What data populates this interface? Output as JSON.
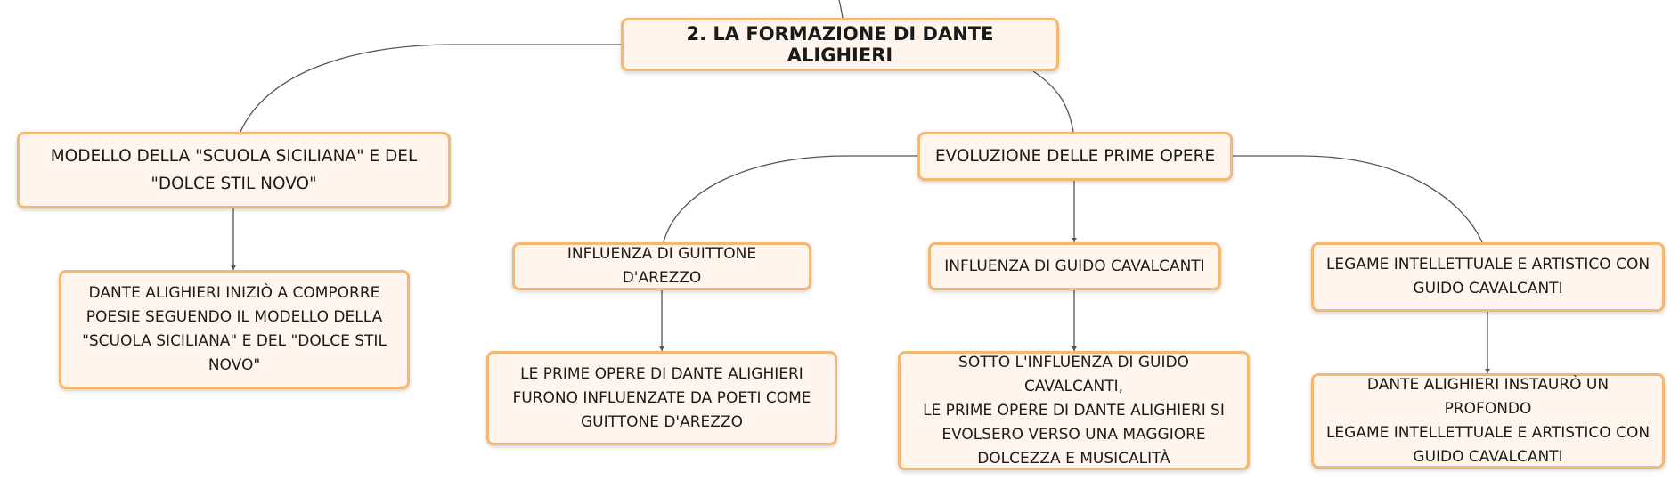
{
  "diagram": {
    "root": {
      "text": "2. LA FORMAZIONE DI DANTE ALIGHIERI"
    },
    "branches": [
      {
        "text": "MODELLO DELLA \"SCUOLA SICILIANA\" E DEL\n\"DOLCE STIL NOVO\"",
        "children": [
          {
            "text": "DANTE ALIGHIERI INIZIÒ A COMPORRE\nPOESIE SEGUENDO IL MODELLO DELLA\n\"SCUOLA SICILIANA\" E DEL \"DOLCE STIL\nNOVO\""
          }
        ]
      },
      {
        "text": "EVOLUZIONE DELLE PRIME OPERE",
        "children": [
          {
            "text": "INFLUENZA DI GUITTONE D'AREZZO",
            "children": [
              {
                "text": "LE PRIME OPERE DI DANTE ALIGHIERI\nFURONO INFLUENZATE DA POETI COME\nGUITTONE D'AREZZO"
              }
            ]
          },
          {
            "text": "INFLUENZA DI GUIDO CAVALCANTI",
            "children": [
              {
                "text": "SOTTO L'INFLUENZA DI GUIDO CAVALCANTI,\nLE PRIME OPERE DI DANTE ALIGHIERI SI\nEVOLSERO VERSO UNA MAGGIORE\nDOLCEZZA E MUSICALITÀ"
              }
            ]
          },
          {
            "text": "LEGAME INTELLETTUALE E ARTISTICO CON\nGUIDO CAVALCANTI",
            "children": [
              {
                "text": "DANTE ALIGHIERI INSTAURÒ UN PROFONDO\nLEGAME INTELLETTUALE E ARTISTICO CON\nGUIDO CAVALCANTI"
              }
            ]
          }
        ]
      }
    ]
  },
  "colors": {
    "node_fill": "#fff5ec",
    "node_border": "#f5b870",
    "connector": "#555555",
    "text": "#1a1a1a"
  }
}
